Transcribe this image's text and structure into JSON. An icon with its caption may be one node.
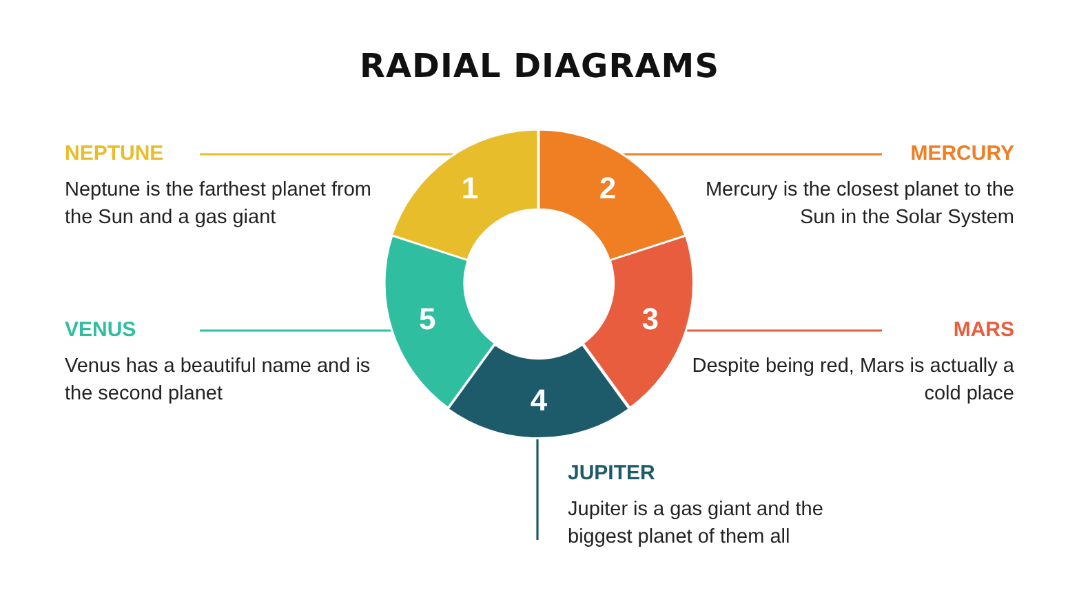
{
  "diagram": {
    "title": "RADIAL DIAGRAMS",
    "nodes": [
      {
        "text": [
          "1"
        ]
      },
      {
        "text": [
          "2"
        ]
      },
      {
        "text": [
          "3"
        ]
      },
      {
        "text": [
          "4"
        ]
      },
      {
        "text": [
          "5"
        ]
      },
      {
        "text": [
          "NEPTUNE",
          "Neptune is the farthest planet from the Sun and a gas giant"
        ]
      },
      {
        "text": [
          "MERCURY",
          "Mercury is the closest planet to the Sun in the Solar System"
        ]
      },
      {
        "text": [
          "VENUS",
          "Venus has a beautiful name and is the second planet"
        ]
      },
      {
        "text": [
          "MARS",
          "Despite being red, Mars is actually a cold place"
        ]
      },
      {
        "text": [
          "JUPITER",
          "Jupiter is a gas giant and the biggest planet of them all"
        ]
      }
    ],
    "edges": [
      {
        "from": 5,
        "to": 0,
        "arrow": "none",
        "color": "#e8bd2c"
      },
      {
        "from": 6,
        "to": 1,
        "arrow": "none",
        "color": "#f07e22"
      },
      {
        "from": 7,
        "to": 4,
        "arrow": "none",
        "color": "#2fbfa0"
      },
      {
        "from": 8,
        "to": 2,
        "arrow": "none",
        "color": "#e85d3e"
      },
      {
        "from": 9,
        "to": 3,
        "arrow": "none",
        "color": "#1d5a6a"
      }
    ]
  }
}
